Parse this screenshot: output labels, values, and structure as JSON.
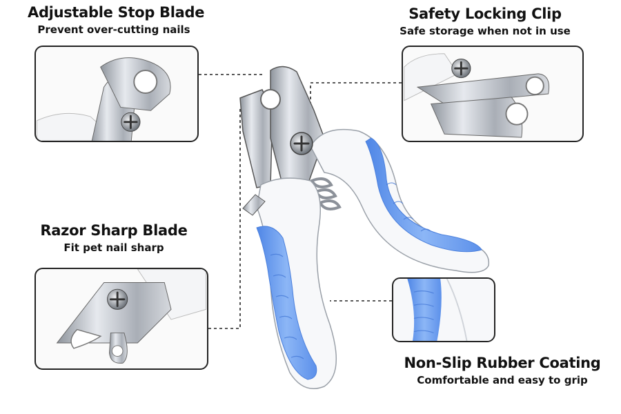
{
  "features": {
    "stop_blade": {
      "title": "Adjustable Stop Blade",
      "subtitle": "Prevent over-cutting nails"
    },
    "locking_clip": {
      "title": "Safety Locking Clip",
      "subtitle": "Safe storage when not in use"
    },
    "razor_blade": {
      "title": "Razor Sharp Blade",
      "subtitle": "Fit pet nail sharp"
    },
    "rubber_coating": {
      "title": "Non-Slip Rubber Coating",
      "subtitle": "Comfortable and easy to grip"
    }
  },
  "colors": {
    "grip_blue": "#6a9ef0",
    "handle_white": "#f7f8fa",
    "steel": "#b7bcc3",
    "outline": "#222222"
  }
}
